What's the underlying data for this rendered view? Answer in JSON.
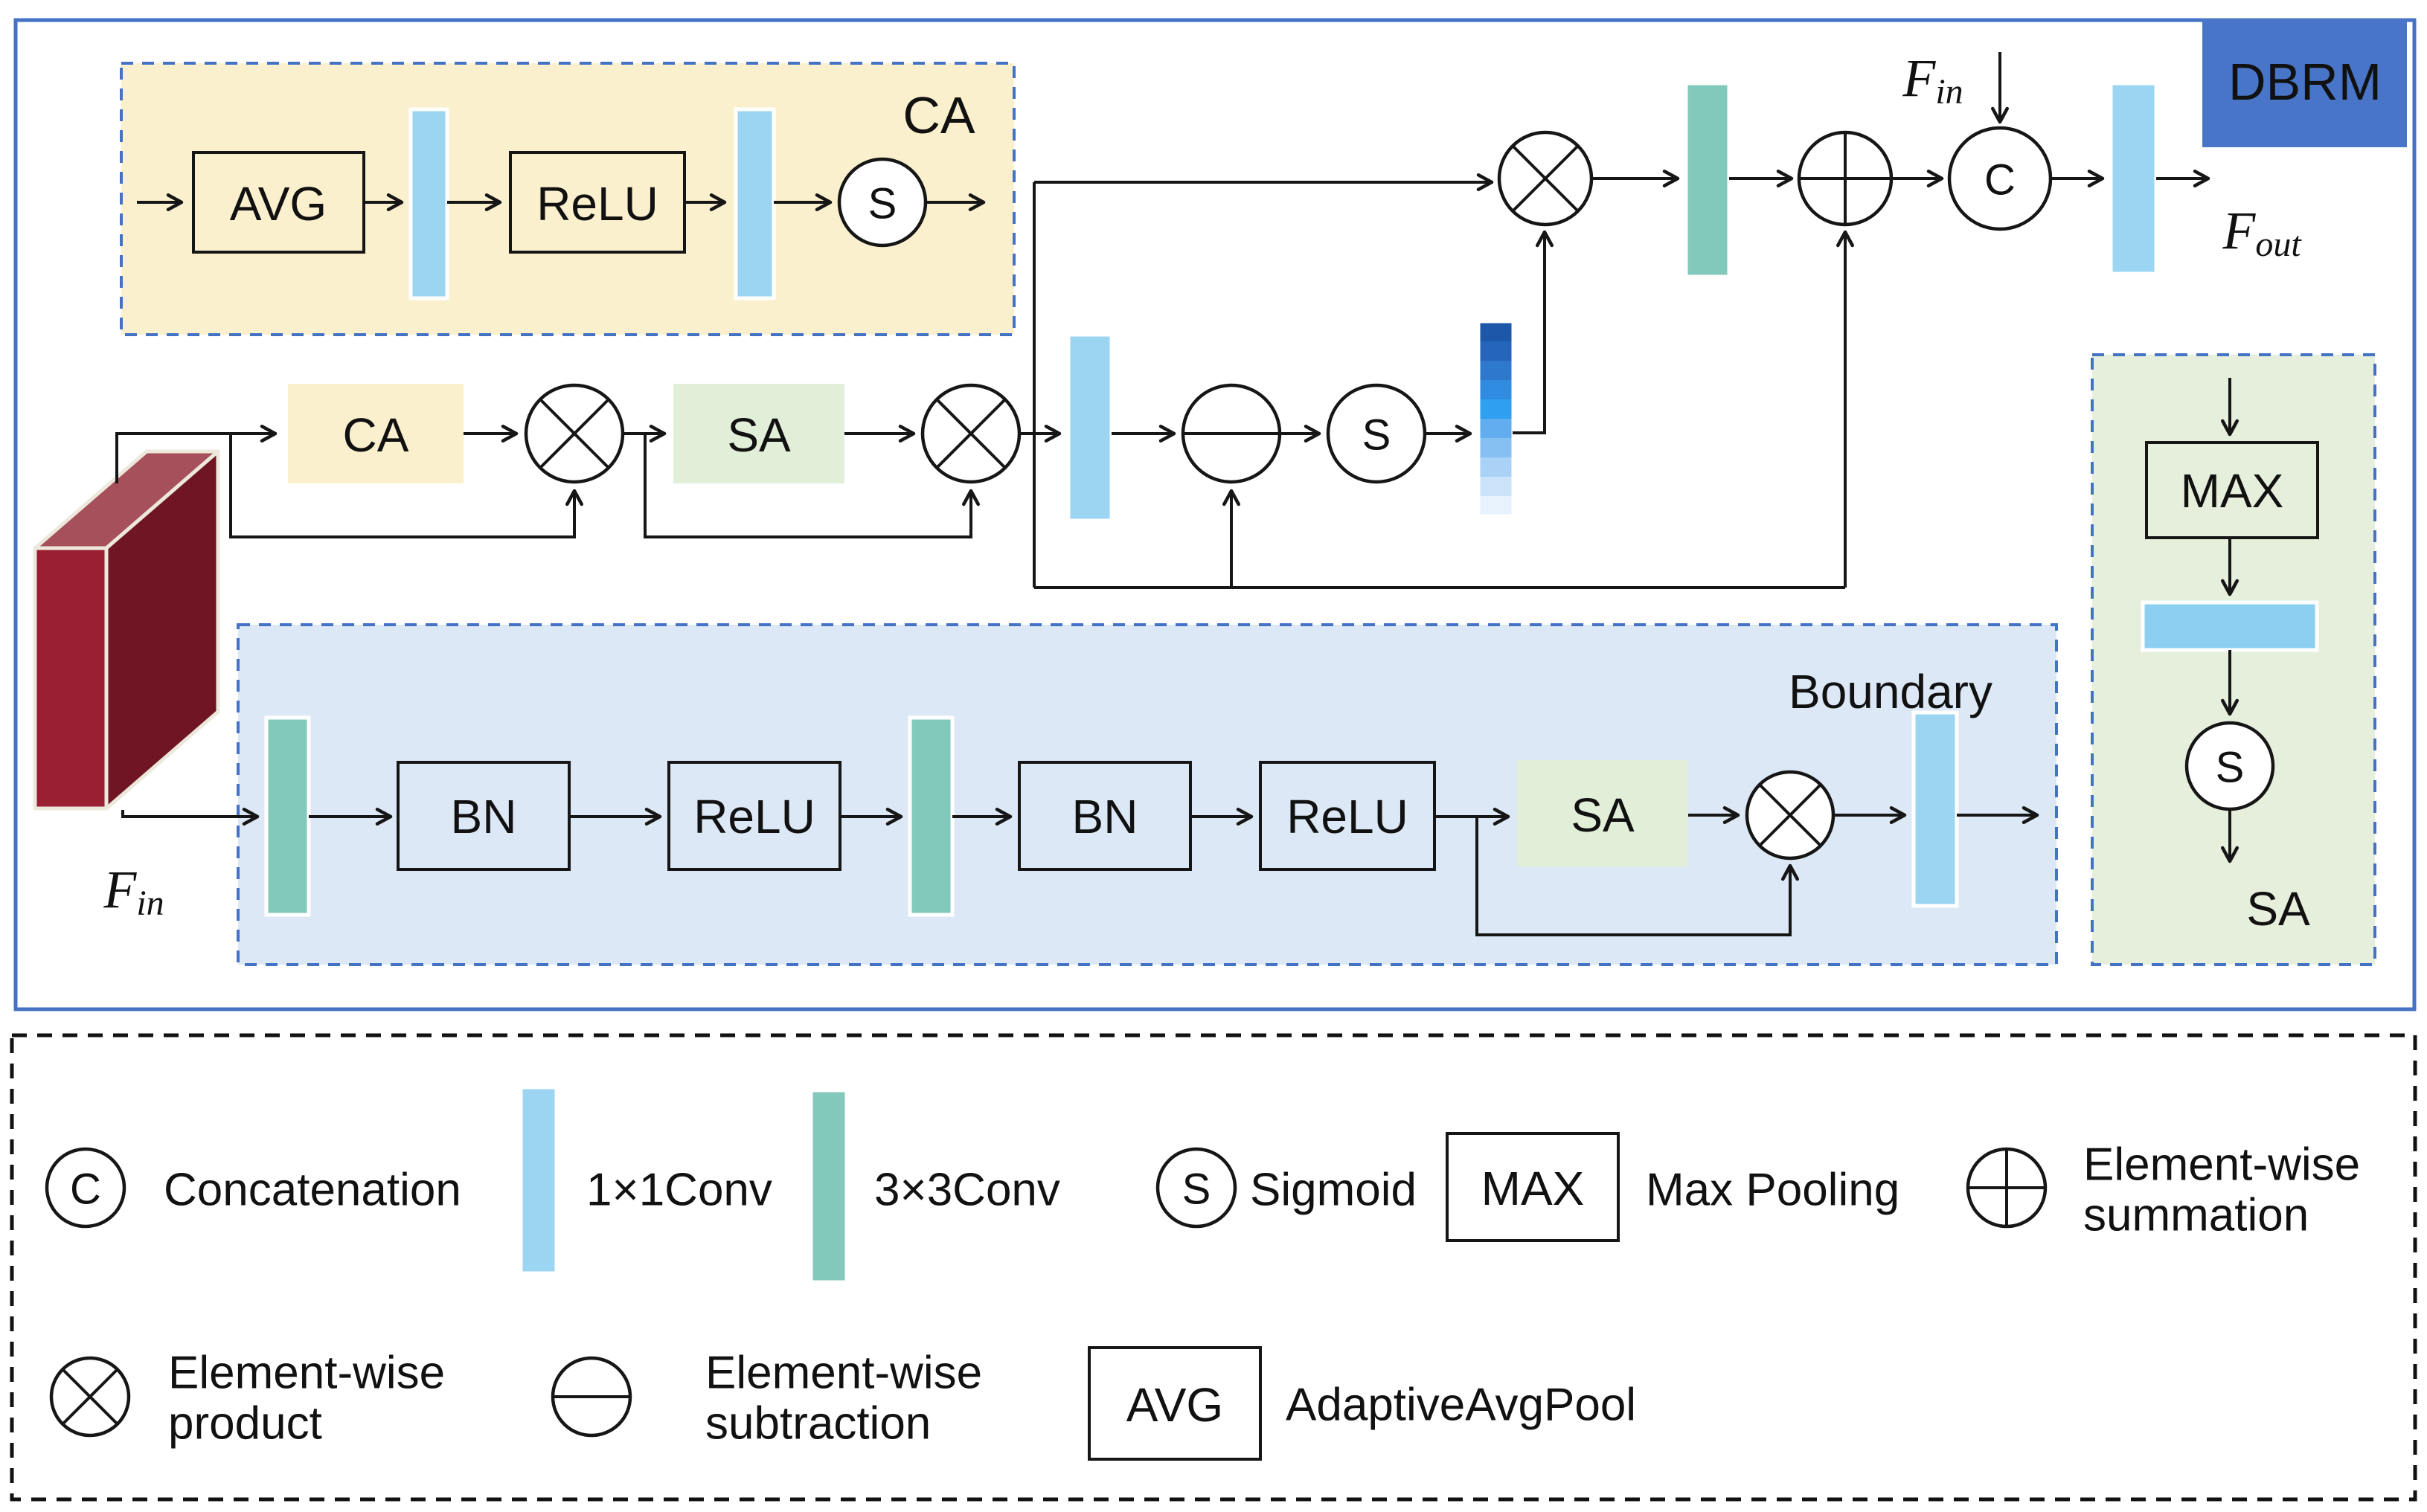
{
  "figure_title": "DBRM",
  "colors": {
    "border_blue": "#4472C4",
    "dbrm_fill": "#4875C8",
    "cream": "#FBF0CD",
    "light_green": "#E2EFD8",
    "boundary_fill": "#DCE8F5",
    "panel_fill": "#E6EFDB",
    "conv1_blue": "#9CD5F2",
    "conv1_blue_h": "#8CCFF0",
    "conv3_teal": "#83C9BB",
    "red_front": "#9B1F33",
    "red_top": "#A6505C",
    "red_side": "#701523"
  },
  "labels": {
    "dbrm": "DBRM",
    "f_base": "F",
    "f_in_sub": "in",
    "f_out_sub": "out"
  },
  "ca_detail": {
    "title": "CA",
    "avg": "AVG",
    "relu": "ReLU",
    "sigmoid": "S"
  },
  "main_flow": {
    "ca": "CA",
    "sa": "SA",
    "sigmoid": "S",
    "concat": "C"
  },
  "gradient_bar": {
    "segments": [
      "#1D57A9",
      "#2566BC",
      "#2E79CE",
      "#2F8CE0",
      "#2F9FF1",
      "#62ADEF",
      "#86BFF2",
      "#AAD2F6",
      "#CBE3F9",
      "#E7F2FC"
    ]
  },
  "boundary": {
    "title": "Boundary",
    "bn1": "BN",
    "relu1": "ReLU",
    "bn2": "BN",
    "relu2": "ReLU",
    "sa": "SA"
  },
  "sa_detail": {
    "title": "SA",
    "max": "MAX",
    "sigmoid": "S"
  },
  "legend": {
    "concat_symbol": "C",
    "concat": "Concatenation",
    "conv1": "1×1Conv",
    "conv3": "3×3Conv",
    "sigmoid_symbol": "S",
    "sigmoid": "Sigmoid",
    "max_symbol": "MAX",
    "max": "Max Pooling",
    "sum_line1": "Element-wise",
    "sum_line2": "summation",
    "product_line1": "Element-wise",
    "product_line2": "product",
    "sub_line1": "Element-wise",
    "sub_line2": "subtraction",
    "avg_symbol": "AVG",
    "avg": "AdaptiveAvgPool"
  }
}
